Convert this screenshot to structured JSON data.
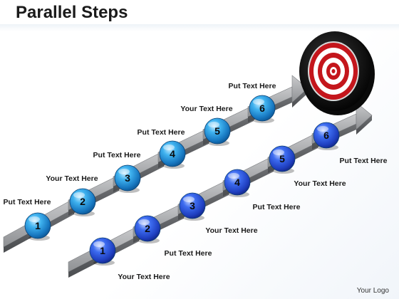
{
  "title": "Parallel Steps",
  "footer": "Your Logo",
  "colors": {
    "upper_ball": "#1f8fd6",
    "lower_ball": "#2756d8",
    "arrow": "#9fa1a4",
    "target_red": "#c4161c",
    "target_ring": "#1b1b1b"
  },
  "upper_steps": [
    {
      "number": "1",
      "label": "Put Text Here"
    },
    {
      "number": "2",
      "label": "Your Text Here"
    },
    {
      "number": "3",
      "label": "Put Text Here"
    },
    {
      "number": "4",
      "label": "Put Text Here"
    },
    {
      "number": "5",
      "label": "Your Text Here"
    },
    {
      "number": "6",
      "label": "Put Text Here"
    }
  ],
  "lower_steps": [
    {
      "number": "1",
      "label": "Your Text Here"
    },
    {
      "number": "2",
      "label": "Put Text Here"
    },
    {
      "number": "3",
      "label": "Your Text Here"
    },
    {
      "number": "4",
      "label": "Put Text Here"
    },
    {
      "number": "5",
      "label": "Your Text Here"
    },
    {
      "number": "6",
      "label": "Put Text Here"
    }
  ]
}
